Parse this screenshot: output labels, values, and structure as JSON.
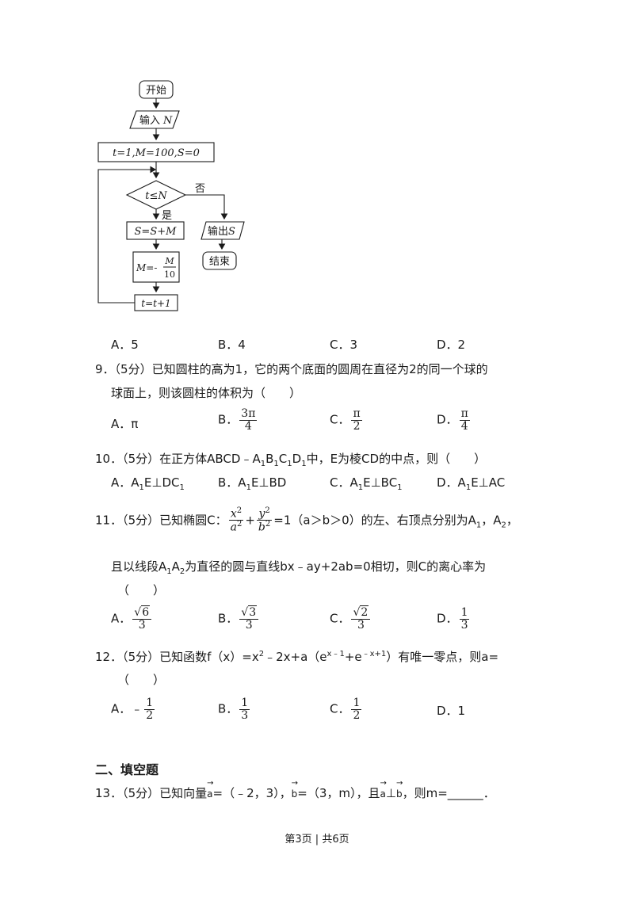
{
  "flowchart": {
    "start": "开始",
    "input_label": "输入",
    "input_var": "N",
    "init": "t=1,M=100,S=0",
    "condition": "t≤N",
    "no_label": "否",
    "yes_label": "是",
    "sum_step": "S=S+M",
    "m_step_prefix": "M=-",
    "m_step_num": "M",
    "m_step_den": "10",
    "t_step": "t=t+1",
    "output_label": "输出",
    "output_var": "S",
    "end": "结束"
  },
  "q8_options": [
    "A．5",
    "B．4",
    "C．3",
    "D．2"
  ],
  "q9": {
    "line1": "9．（5分）已知圆柱的高为1，它的两个底面的圆周在直径为2的同一个球的",
    "line2": "球面上，则该圆柱的体积为（　　）",
    "opt_a": "A．π",
    "opt_b": "B．",
    "opt_b_num": "3π",
    "opt_b_den": "4",
    "opt_c": "C．",
    "opt_c_num": "π",
    "opt_c_den": "2",
    "opt_d": "D．",
    "opt_d_num": "π",
    "opt_d_den": "4"
  },
  "q10": {
    "text_a": "10．（5分）在正方体ABCD﹣A",
    "text_b": "B",
    "text_c": "C",
    "text_d": "D",
    "text_e": "中，E为棱CD的中点，则（　　）",
    "sub1": "1",
    "options": [
      {
        "pre": "A．A",
        "mid": "E⊥DC",
        "sub2": "1"
      },
      {
        "pre": "B．A",
        "mid": "E⊥BD",
        "sub2": ""
      },
      {
        "pre": "C．A",
        "mid": "E⊥BC",
        "sub2": "1"
      },
      {
        "pre": "D．A",
        "mid": "E⊥AC",
        "sub2": ""
      }
    ]
  },
  "q11": {
    "prefix": "11．（5分）已知椭圆C：",
    "x2": "x",
    "a2": "a",
    "y2": "y",
    "b2": "b",
    "exp": "2",
    "plus": "+",
    "eq1": "=1（a＞b＞0）的左、右顶点分别为A",
    "comma": "，A",
    "tail": "，",
    "line2_a": "且以线段A",
    "line2_b": "A",
    "line2_c": "为直径的圆与直线bx﹣ay+2ab=0相切，则C的离心率为",
    "line3": "（　　）",
    "opt_a": "A．",
    "opt_a_rad": "6",
    "opt_a_den": "3",
    "opt_b": "B．",
    "opt_b_rad": "3",
    "opt_b_den": "3",
    "opt_c": "C．",
    "opt_c_rad": "2",
    "opt_c_den": "3",
    "opt_d": "D．",
    "opt_d_num": "1",
    "opt_d_den": "3"
  },
  "q12": {
    "text_a": "12．（5分）已知函数f（x）=x",
    "sup2": "2",
    "text_b": "﹣2x+a（e",
    "sup_a": "x﹣1",
    "text_c": "+e",
    "sup_b": "﹣x+1",
    "text_d": "）有唯一零点，则a=",
    "line2": "（　　）",
    "opt_a": "A．﹣",
    "opt_a_num": "1",
    "opt_a_den": "2",
    "opt_b": "B．",
    "opt_b_num": "1",
    "opt_b_den": "3",
    "opt_c": "C．",
    "opt_c_num": "1",
    "opt_c_den": "2",
    "opt_d": "D．1"
  },
  "section2": "二、填空题",
  "q13": {
    "text_a": "13．（5分）已知向量",
    "vec_a": "a",
    "text_b": "=（﹣2，3），",
    "vec_b": "b",
    "text_c": "=（3，m），且",
    "vec_a2": "a",
    "perp": "⊥",
    "vec_b2": "b",
    "text_d": "，则m=______．"
  },
  "footer": "第3页 | 共6页"
}
